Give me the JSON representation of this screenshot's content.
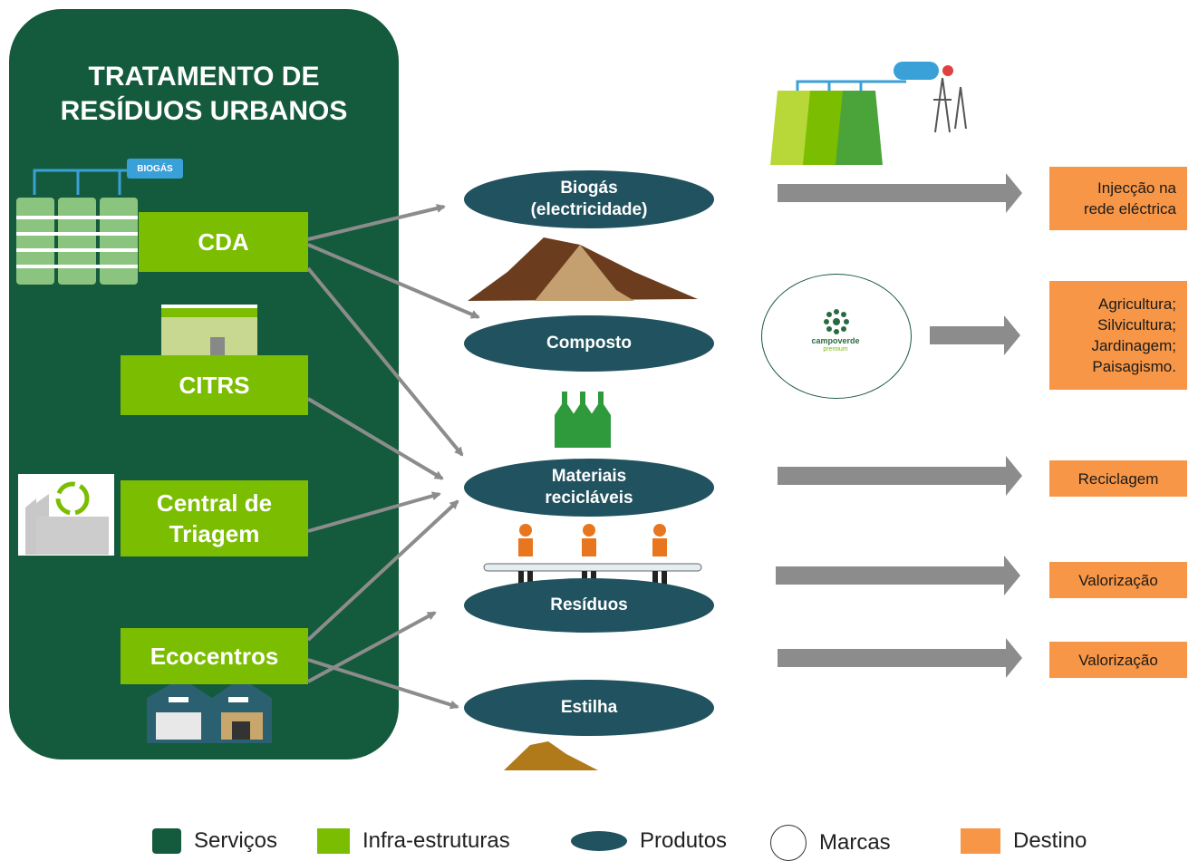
{
  "panel": {
    "title": "TRATAMENTO DE\nRESÍDUOS URBANOS"
  },
  "infrastructures": {
    "cda": "CDA",
    "citrs": "CITRS",
    "central_triagem": "Central de\nTriagem",
    "ecocentros": "Ecocentros",
    "biogas_tag": "BIOGÁS"
  },
  "products": {
    "biogas": "Biogás\n(electricidade)",
    "composto": "Composto",
    "materiais": "Materiais\nrecicláveis",
    "residuos": "Resíduos",
    "estilha": "Estilha"
  },
  "brand": {
    "name": "campoverde",
    "sub": "premium"
  },
  "destinations": {
    "injeccao": "Injecção na\nrede eléctrica",
    "agricultura": "Agricultura;\nSilvicultura;\nJardinagem;\nPaisagismo.",
    "reciclagem": "Reciclagem",
    "valorizacao_1": "Valorização",
    "valorizacao_2": "Valorização"
  },
  "legend": {
    "servicos": "Serviços",
    "infra": "Infra-estruturas",
    "produtos": "Produtos",
    "marcas": "Marcas",
    "destino": "Destino"
  },
  "colors": {
    "servicos": "#145a3c",
    "infra": "#7bbd00",
    "produtos": "#21525f",
    "destino": "#f79646",
    "arrow": "#8c8c8c"
  }
}
